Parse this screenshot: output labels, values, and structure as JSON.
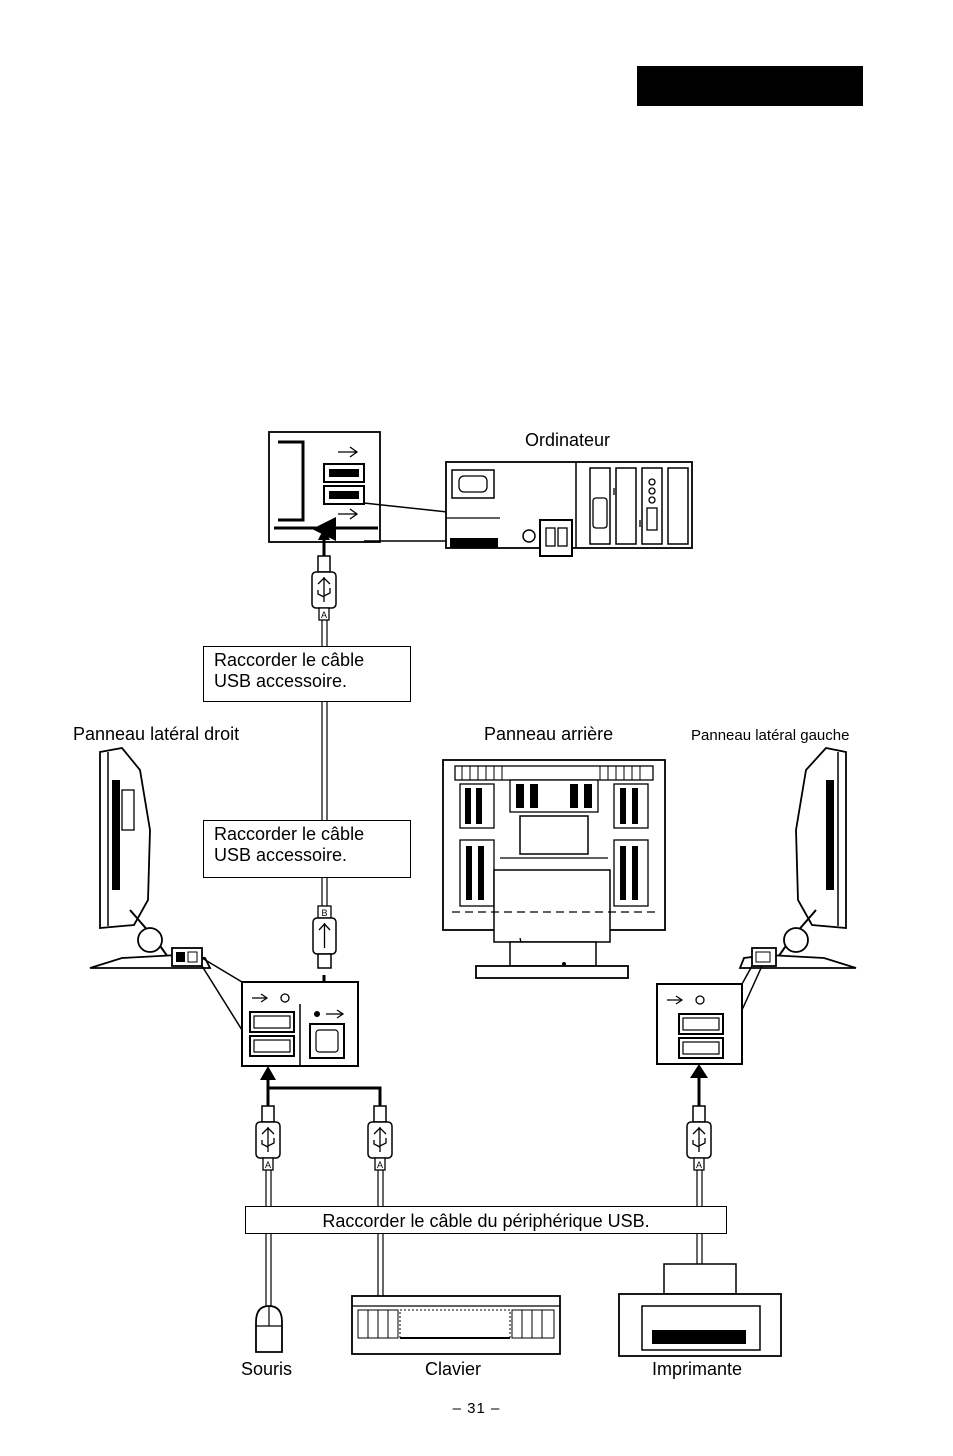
{
  "labels": {
    "computer": "Ordinateur",
    "right_side_panel": "Panneau latéral droit",
    "rear_panel": "Panneau arrière",
    "left_side_panel": "Panneau latéral gauche",
    "mouse": "Souris",
    "keyboard": "Clavier",
    "printer": "Imprimante"
  },
  "instructions": {
    "connect_accessory_1": "Raccorder le câble\nUSB accessoire.",
    "connect_accessory_2": "Raccorder le câble\nUSB accessoire.",
    "connect_device": "Raccorder le câble du périphérique USB."
  },
  "connector_letters": {
    "type_a": "A",
    "type_b": "B"
  },
  "page_number": "– 31 –"
}
